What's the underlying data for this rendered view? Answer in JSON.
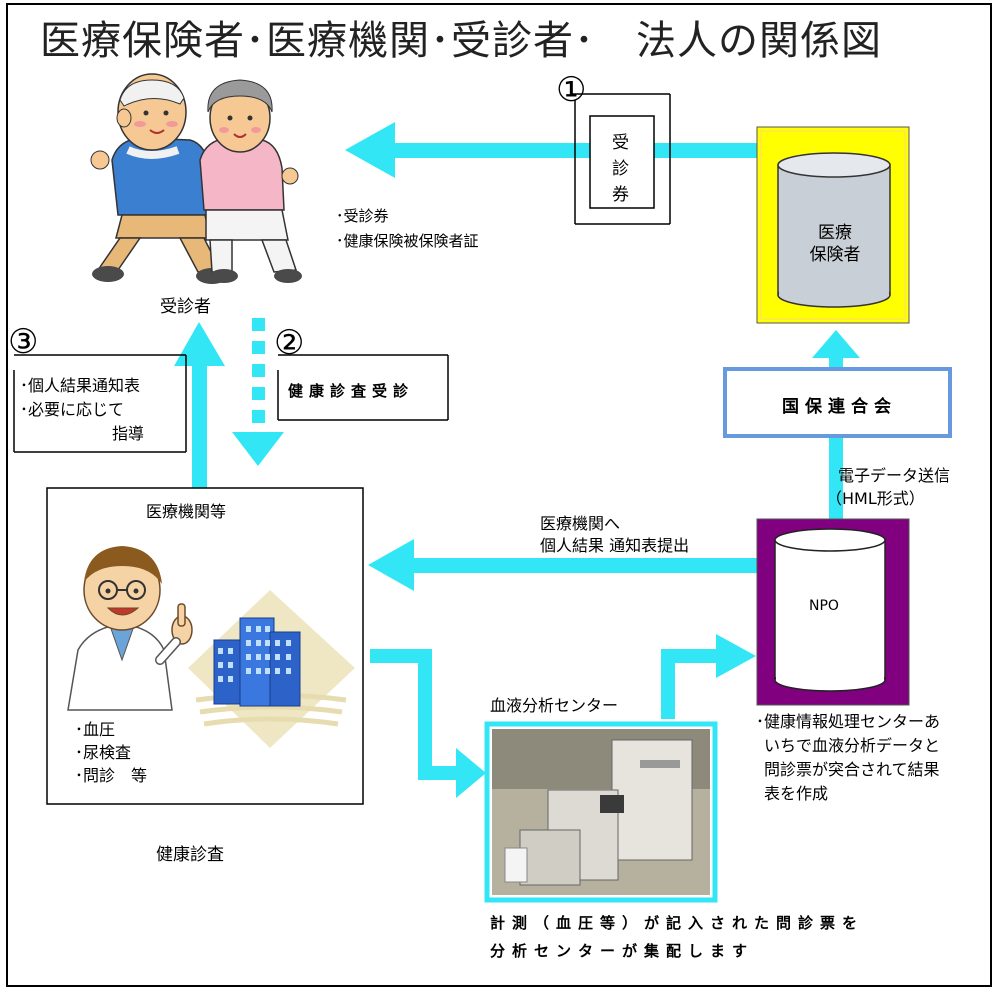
{
  "title": "医療保険者･医療機関･受診者･　法人の関係図",
  "nodes": {
    "patient_label": "受診者",
    "insurer_label_line1": "医療",
    "insurer_label_line2": "保険者",
    "kokuho_label": "国保連合会",
    "npo_label": "NPO",
    "hospital_label": "医療機関等",
    "hospital_items": [
      "･血圧",
      "･尿検査",
      "･問診　等"
    ],
    "hospital_caption": "健康診査",
    "lab_label": "血液分析センター"
  },
  "ticket_box": {
    "number": "①",
    "chars": [
      "受",
      "診",
      "券"
    ]
  },
  "step2": {
    "number": "②",
    "label": "健康診査受診"
  },
  "step3": {
    "number": "③",
    "lines": [
      "･個人結果通知表",
      "･必要に応じて",
      "指導"
    ]
  },
  "insurer_to_patient_notes": [
    "･受診券",
    "･健康保険被保険者証"
  ],
  "npo_to_kokuho_notes": [
    "電子データ送信",
    "（HML形式）"
  ],
  "npo_to_hospital_notes": [
    "医療機関へ",
    "個人結果 通知表提出"
  ],
  "npo_side_note": [
    "･健康情報処理センターあ",
    "いちで血液分析データと",
    "問診票が突合されて結果",
    "表を作成"
  ],
  "bottom_note": [
    "計測（血圧等）が記入された問診票を",
    "分析センターが集配します"
  ],
  "colors": {
    "arrow": "#33e6f5",
    "insurer_bg": "#ffff00",
    "npo_bg": "#800080",
    "kokuho_border": "#6699dd",
    "lab_border": "#33e6f5"
  }
}
